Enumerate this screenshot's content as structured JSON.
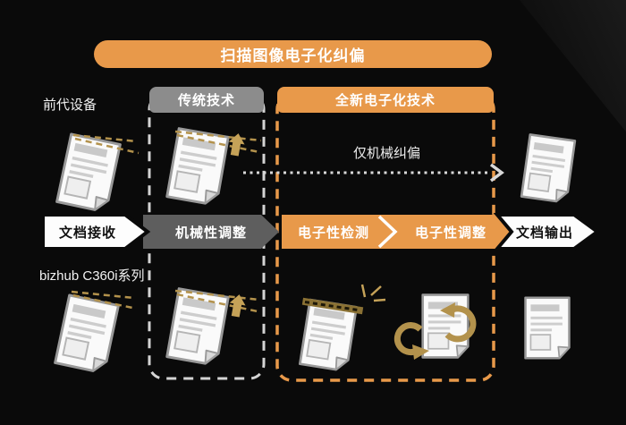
{
  "title": "扫描图像电子化纠偏",
  "section_headers": {
    "traditional": "传统技术",
    "electronic": "全新电子化技术"
  },
  "row_labels": {
    "legacy": "前代设备",
    "bizhub": "bizhub C360i系列"
  },
  "annotations": {
    "mechanical_only": "仅机械纠偏"
  },
  "stages": [
    {
      "label": "文档接收",
      "style": "white"
    },
    {
      "label": "机械性调整",
      "style": "gray"
    },
    {
      "label": "电子性检测",
      "style": "orange"
    },
    {
      "label": "电子性调整",
      "style": "orange"
    },
    {
      "label": "文档输出",
      "style": "white"
    }
  ],
  "colors": {
    "accent_orange": "#E8994A",
    "gray_header": "#8C8C8C",
    "gray_stage": "#5E5E5E",
    "gold_accent": "#B3924C",
    "dash_border_white": "#D4D4D4",
    "background": "#0A0A0A"
  }
}
